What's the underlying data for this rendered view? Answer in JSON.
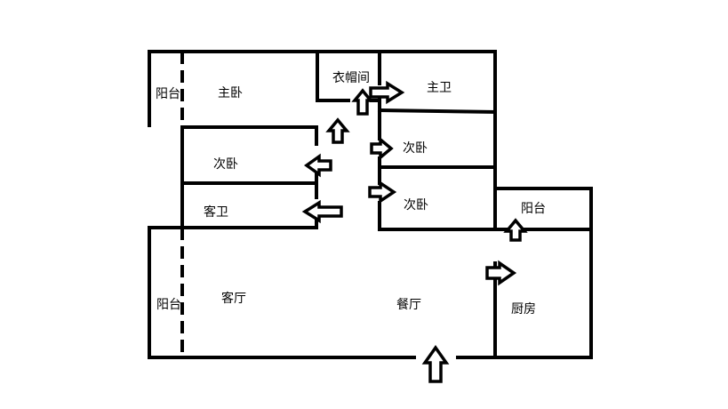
{
  "rooms": {
    "balcony_west_top": "阳台",
    "master_bedroom": "主卧",
    "cloakroom": "衣帽间",
    "master_bath": "主卫",
    "second_bedroom_left": "次卧",
    "second_bedroom_right_top": "次卧",
    "second_bedroom_right_bottom": "次卧",
    "guest_bath": "客卫",
    "balcony_east": "阳台",
    "balcony_west_bottom": "阳台",
    "living_room": "客厅",
    "dining_room": "餐厅",
    "kitchen": "厨房"
  },
  "colors": {
    "wall": "#000000",
    "arrow_fill": "#ffffff",
    "background": "#ffffff"
  }
}
